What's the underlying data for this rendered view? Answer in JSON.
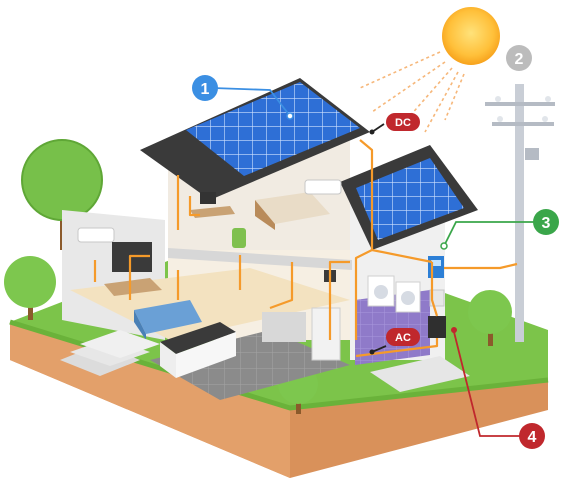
{
  "callouts": {
    "c1": {
      "label": "1",
      "color": "#3b8fe3"
    },
    "c2": {
      "label": "2",
      "color": "#bcbcbc"
    },
    "c3": {
      "label": "3",
      "color": "#3aa64a"
    },
    "c4": {
      "label": "4",
      "color": "#c0282d"
    }
  },
  "tags": {
    "dc": "DC",
    "ac": "AC"
  },
  "colors": {
    "wire": "#f59a2a",
    "panel": "#2e6fd6",
    "roof": "#3a3a3a",
    "grass": "#7cc44a",
    "soil": "#d9915a",
    "sun": "#ffb42e"
  }
}
